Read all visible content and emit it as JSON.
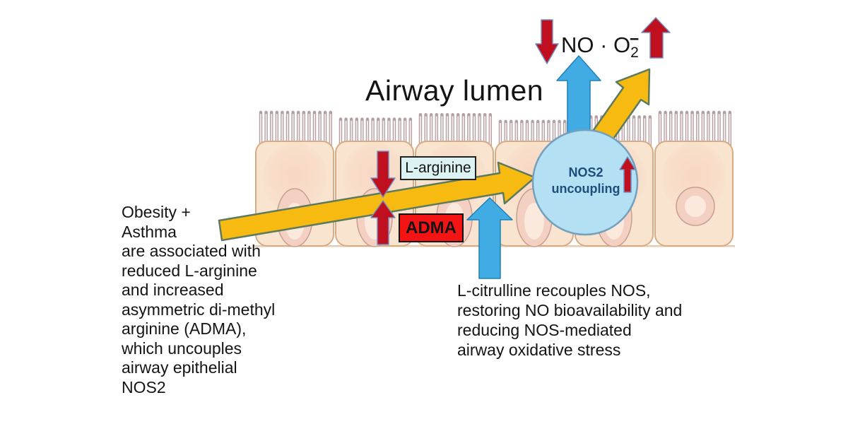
{
  "title": "Airway lumen",
  "formula": {
    "base": "NO · O",
    "sub": "2",
    "sup": "−"
  },
  "labels": {
    "l_arginine": "L-arginine",
    "adma": "ADMA",
    "nos2": "NOS2\nuncoupling"
  },
  "notes": {
    "left": "Obesity +\nAsthma\nare associated with\nreduced L-arginine\nand increased\nasymmetric di-methyl\narginine (ADMA),\nwhich uncouples\nairway epithelial\nNOS2",
    "bottom": "L-citrulline recouples NOS,\nrestoring NO bioavailability and\nreducing NOS-mediated\nairway oxidative stress"
  },
  "arrows": [
    {
      "name": "no-down-arrow",
      "direction": "down",
      "color": "red"
    },
    {
      "name": "superoxide-up-arrow",
      "direction": "up",
      "color": "red"
    },
    {
      "name": "no-release-arrow",
      "direction": "up",
      "color": "blue"
    },
    {
      "name": "superoxide-release-arrow",
      "direction": "up-right",
      "color": "yellow"
    },
    {
      "name": "obesity-asthma-pathway-arrow",
      "direction": "up-right",
      "color": "yellow"
    },
    {
      "name": "l-arginine-down-arrow",
      "direction": "down",
      "color": "red"
    },
    {
      "name": "adma-up-arrow",
      "direction": "up",
      "color": "red"
    },
    {
      "name": "l-citrulline-arrow",
      "direction": "up",
      "color": "blue"
    },
    {
      "name": "nos2-uncoupling-up-arrow",
      "direction": "up",
      "color": "red"
    }
  ],
  "colors": {
    "background": "#ffffff",
    "text": "#141414",
    "yellow": "#f7ba10",
    "yellow_stroke": "#5d7a5e",
    "blue": "#41ace3",
    "blue_stroke": "#1f80b8",
    "red": "#c00f1e",
    "red_stroke": "#6f8fc0",
    "adma_bg": "#f51414",
    "adma_border": "#111111",
    "larginine_bg": "#dcf2f3",
    "larginine_border": "#222222",
    "circle_fill": "#b4e0f4",
    "circle_stroke": "#74a0bd",
    "nos2_text": "#1d4d7c",
    "cell_fill": "#f8e4cf",
    "cell_stroke": "#d7ab83",
    "cell_glow": "#f9d3c0",
    "nucleus_fill": "#f4d0c2",
    "nucleus_core": "#fbe9de",
    "nucleus_stroke": "#c89e92",
    "cilium_outer": "#b4a0a4",
    "cilium_inner": "#f1e8e6",
    "baseline": "#e6cbb0"
  }
}
